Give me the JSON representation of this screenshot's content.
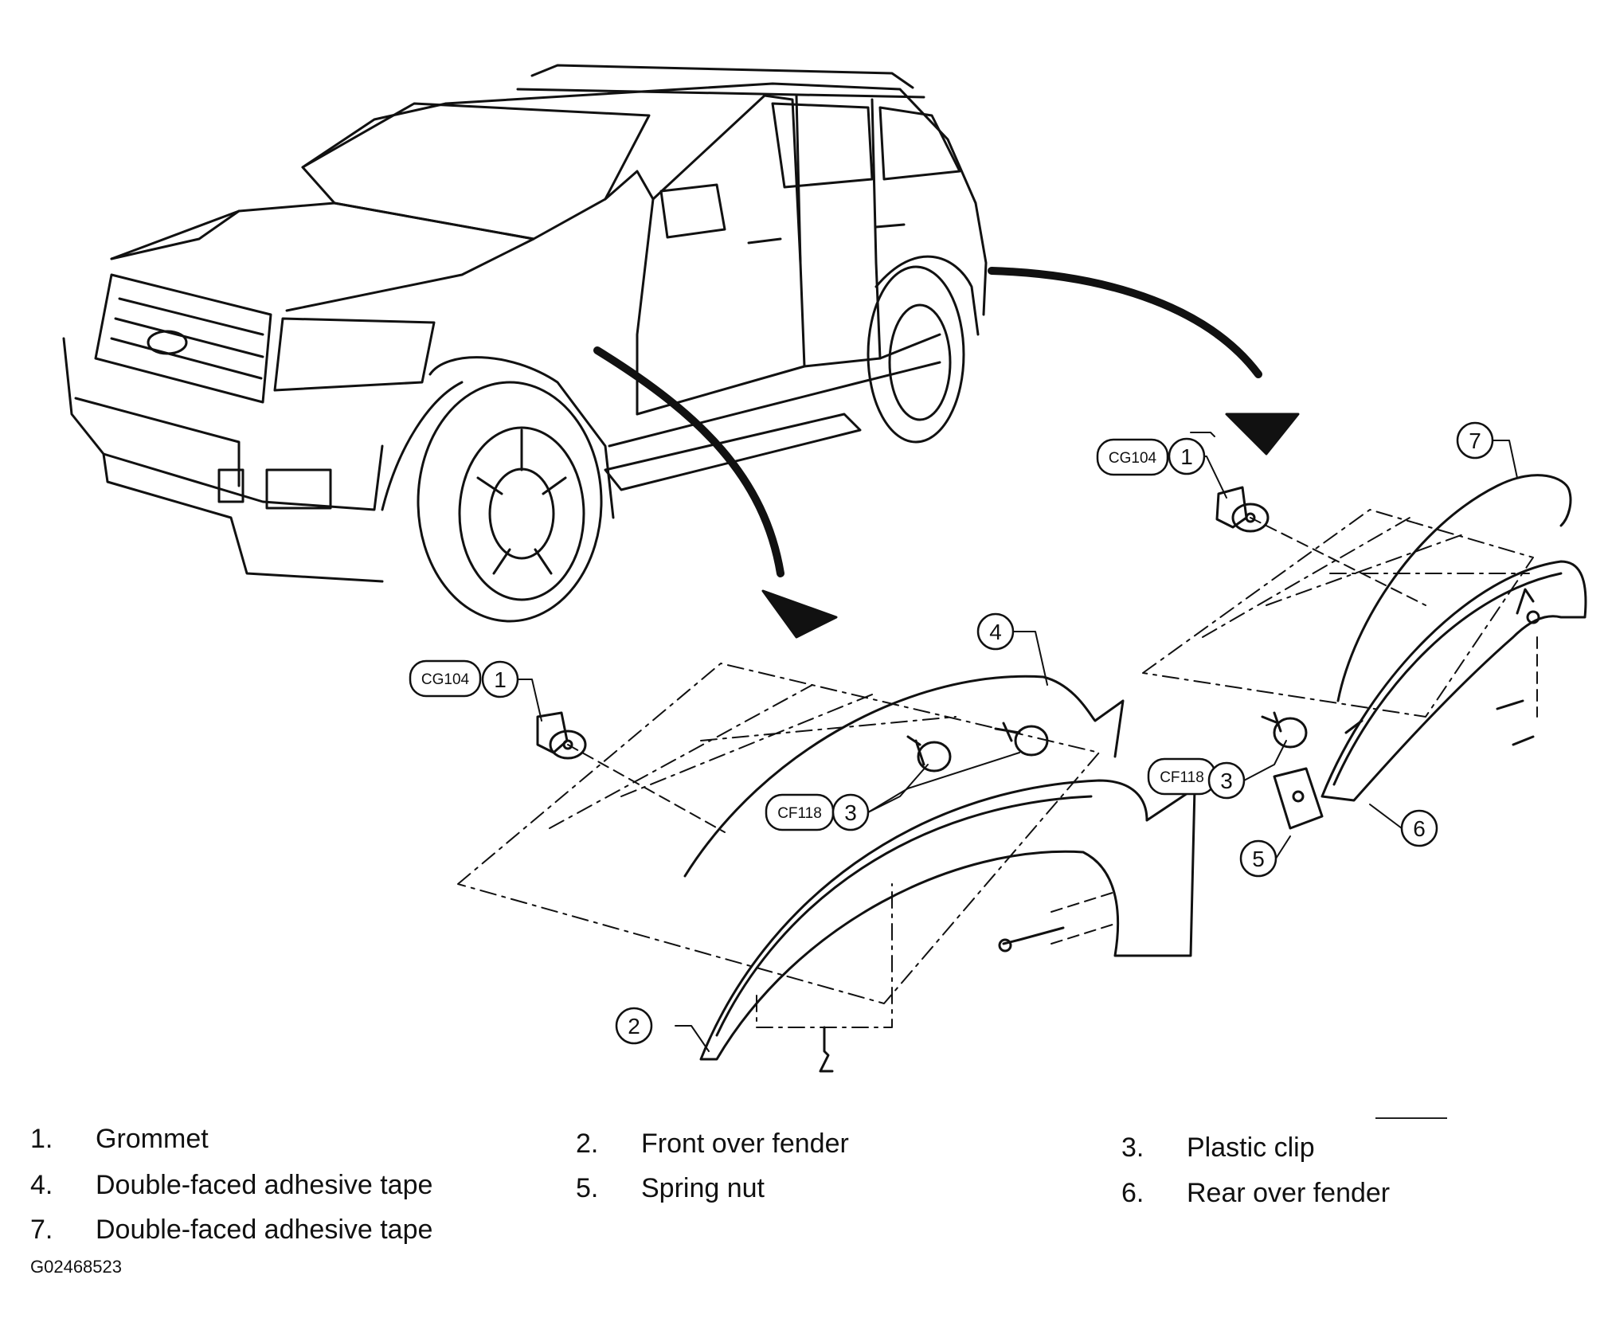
{
  "callouts": {
    "front_grommet_code": "CG104",
    "rear_grommet_code": "CG104",
    "front_clip_code": "CF118",
    "rear_clip_code": "CF118",
    "n1": "1",
    "n2": "2",
    "n3": "3",
    "n4": "4",
    "n5": "5",
    "n6": "6",
    "n7": "7"
  },
  "legend": [
    {
      "num": "1.",
      "label": "Grommet"
    },
    {
      "num": "2.",
      "label": "Front over fender"
    },
    {
      "num": "3.",
      "label": "Plastic clip"
    },
    {
      "num": "4.",
      "label": "Double-faced adhesive tape"
    },
    {
      "num": "5.",
      "label": "Spring nut"
    },
    {
      "num": "6.",
      "label": "Rear over fender"
    },
    {
      "num": "7.",
      "label": "Double-faced adhesive tape"
    }
  ],
  "figure_id": "G02468523"
}
